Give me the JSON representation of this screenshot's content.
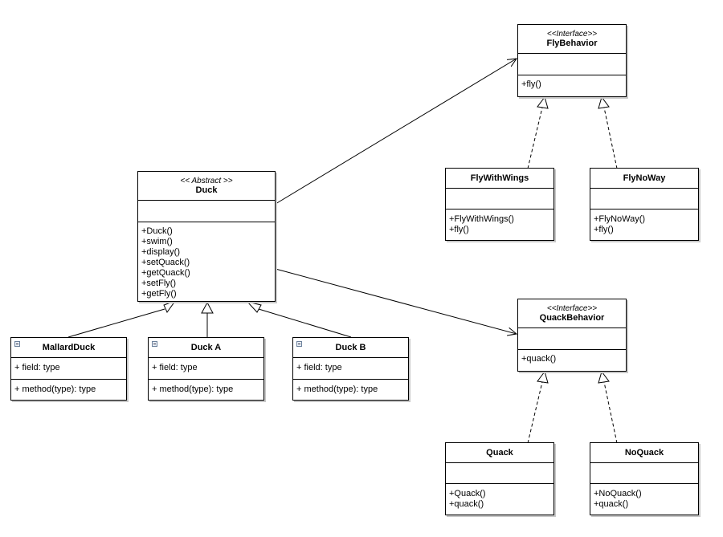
{
  "duck": {
    "stereotype": "<< Abstract >>",
    "name": "Duck",
    "methods": [
      "+Duck()",
      "+swim()",
      "+display()",
      "+setQuack()",
      "+getQuack()",
      "+setFly()",
      "+getFly()"
    ]
  },
  "fly_behavior": {
    "stereotype": "<<Interface>>",
    "name": "FlyBehavior",
    "methods": [
      "+fly()"
    ]
  },
  "quack_behavior": {
    "stereotype": "<<Interface>>",
    "name": "QuackBehavior",
    "methods": [
      "+quack()"
    ]
  },
  "fly_with_wings": {
    "name": "FlyWithWings",
    "methods": [
      "+FlyWithWings()",
      "+fly()"
    ]
  },
  "fly_no_way": {
    "name": "FlyNoWay",
    "methods": [
      "+FlyNoWay()",
      "+fly()"
    ]
  },
  "quack": {
    "name": "Quack",
    "methods": [
      "+Quack()",
      "+quack()"
    ]
  },
  "no_quack": {
    "name": "NoQuack",
    "methods": [
      "+NoQuack()",
      "+quack()"
    ]
  },
  "mallard_duck": {
    "name": "MallardDuck",
    "field": "+ field: type",
    "method": "+ method(type): type"
  },
  "duck_a": {
    "name": "Duck A",
    "field": "+ field: type",
    "method": "+ method(type): type"
  },
  "duck_b": {
    "name": "Duck B",
    "field": "+ field: type",
    "method": "+ method(type): type"
  }
}
